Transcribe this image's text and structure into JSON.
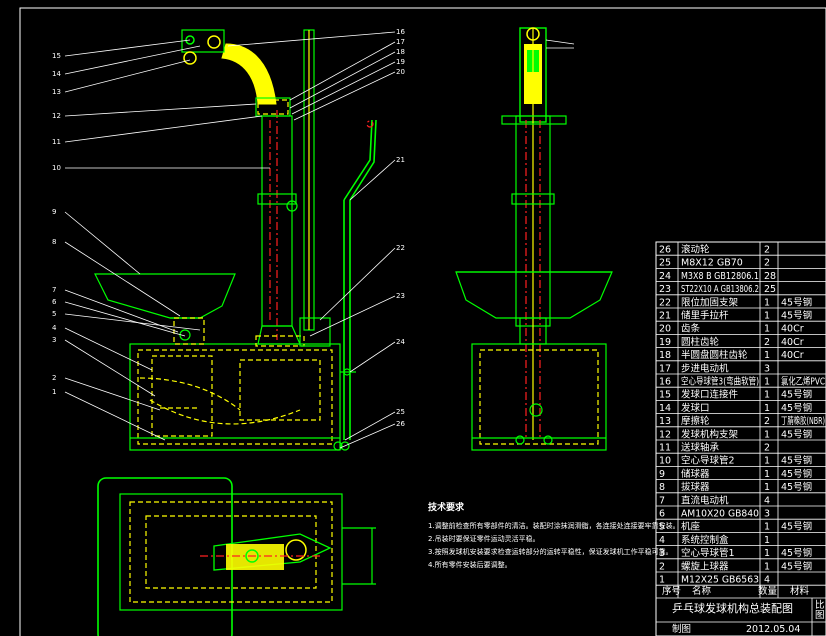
{
  "leaders_left": [
    "15",
    "14",
    "13",
    "12",
    "11",
    "10",
    "9",
    "8",
    "7",
    "6",
    "5",
    "4",
    "3",
    "2",
    "1"
  ],
  "leaders_right": [
    "16",
    "17",
    "18",
    "19",
    "20",
    "21",
    "22",
    "23",
    "24",
    "25",
    "26"
  ],
  "notes": {
    "title": "技术要求",
    "lines": [
      "1.调整前检查所有零部件的清洁。装配时涂抹润滑脂，各连接处连接要牢靠安装。",
      "2.吊装时要保证零件运动灵活平稳。",
      "3.按照发球机安装要求检查运转部分的运转平稳性，保证发球机工作平稳可靠。",
      "4.所有零件安装后要调整。"
    ]
  },
  "bom": {
    "rows": [
      {
        "no": "26",
        "name": "滚动轮",
        "qty": "2",
        "mat": ""
      },
      {
        "no": "25",
        "name": "M8X12 GB70",
        "qty": "2",
        "mat": ""
      },
      {
        "no": "24",
        "name": "M3X8 B GB12806.1",
        "qty": "28",
        "mat": ""
      },
      {
        "no": "23",
        "name": "ST22X10 A GB13806.2",
        "qty": "25",
        "mat": ""
      },
      {
        "no": "22",
        "name": "限位加固支架",
        "qty": "1",
        "mat": "45号钢"
      },
      {
        "no": "21",
        "name": "储里手拉杆",
        "qty": "1",
        "mat": "45号钢"
      },
      {
        "no": "20",
        "name": "齿条",
        "qty": "1",
        "mat": "40Cr"
      },
      {
        "no": "19",
        "name": "圆柱齿轮",
        "qty": "2",
        "mat": "40Cr"
      },
      {
        "no": "18",
        "name": "半圆盘圆柱齿轮",
        "qty": "1",
        "mat": "40Cr"
      },
      {
        "no": "17",
        "name": "步进电动机",
        "qty": "3",
        "mat": ""
      },
      {
        "no": "16",
        "name": "空心导球管3(弯曲软管)",
        "qty": "1",
        "mat": "氯化乙烯PVC"
      },
      {
        "no": "15",
        "name": "发球口连接件",
        "qty": "1",
        "mat": "45号钢"
      },
      {
        "no": "14",
        "name": "发球口",
        "qty": "1",
        "mat": "45号钢"
      },
      {
        "no": "13",
        "name": "摩擦轮",
        "qty": "2",
        "mat": "丁腈橡胶(NBR)"
      },
      {
        "no": "12",
        "name": "发球机构支架",
        "qty": "1",
        "mat": "45号钢"
      },
      {
        "no": "11",
        "name": "送球轴承",
        "qty": "2",
        "mat": ""
      },
      {
        "no": "10",
        "name": "空心导球管2",
        "qty": "1",
        "mat": "45号钢"
      },
      {
        "no": "9",
        "name": "储球器",
        "qty": "1",
        "mat": "45号钢"
      },
      {
        "no": "8",
        "name": "拔球器",
        "qty": "1",
        "mat": "45号钢"
      },
      {
        "no": "7",
        "name": "直流电动机",
        "qty": "4",
        "mat": ""
      },
      {
        "no": "6",
        "name": "AM10X20 GB840",
        "qty": "3",
        "mat": ""
      },
      {
        "no": "5",
        "name": "机座",
        "qty": "1",
        "mat": "45号钢"
      },
      {
        "no": "4",
        "name": "系统控制盒",
        "qty": "1",
        "mat": ""
      },
      {
        "no": "3",
        "name": "空心导球管1",
        "qty": "1",
        "mat": "45号钢"
      },
      {
        "no": "2",
        "name": "螺旋上球器",
        "qty": "1",
        "mat": "45号钢"
      },
      {
        "no": "1",
        "name": "M12X25 GB6563",
        "qty": "4",
        "mat": ""
      }
    ],
    "header": {
      "no": "序号",
      "name": "名称",
      "qty": "数量",
      "mat": "材料"
    },
    "title": "乒乓球发球机构总装配图",
    "drawn_label": "制图",
    "date": "2012.05.04",
    "ratio_label": "比",
    "sheet_label": "图"
  }
}
